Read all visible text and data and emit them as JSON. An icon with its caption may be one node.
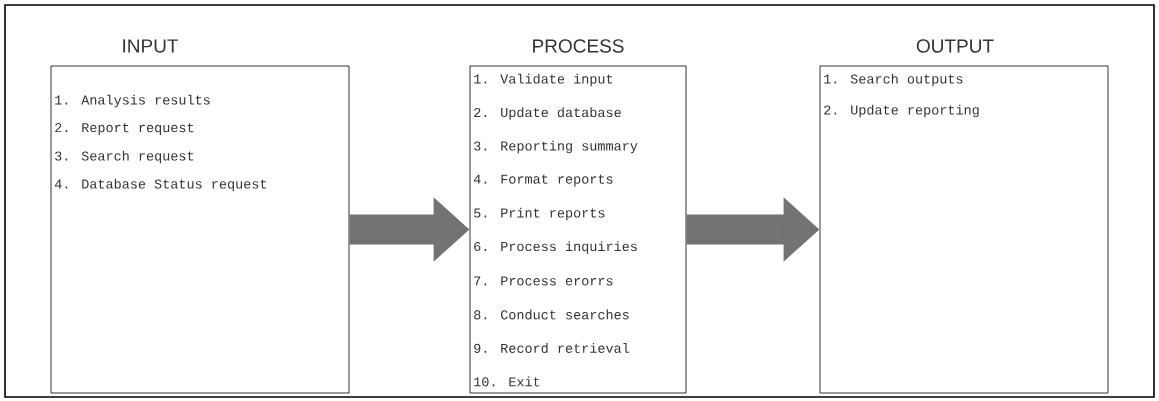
{
  "diagram": {
    "nodes": [
      {
        "text": [
          "INPUT",
          "1. Analysis results",
          "2. Report request",
          "3. Search request",
          "4. Database Status request"
        ]
      },
      {
        "text": [
          "PROCESS",
          "1. Validate input",
          "2. Update database",
          "3. Reporting summary",
          "4. Format reports",
          "5. Print reports",
          "6. Process inquiries",
          "7. Process erorrs",
          "8. Conduct searches",
          "9. Record retrieval",
          "10. Exit"
        ]
      },
      {
        "text": [
          "OUTPUT",
          "1. Search outputs",
          "2. Update reporting"
        ]
      }
    ],
    "edges": [
      {
        "from": 0,
        "to": 1,
        "arrow": "to"
      },
      {
        "from": 1,
        "to": 2,
        "arrow": "to"
      }
    ]
  }
}
